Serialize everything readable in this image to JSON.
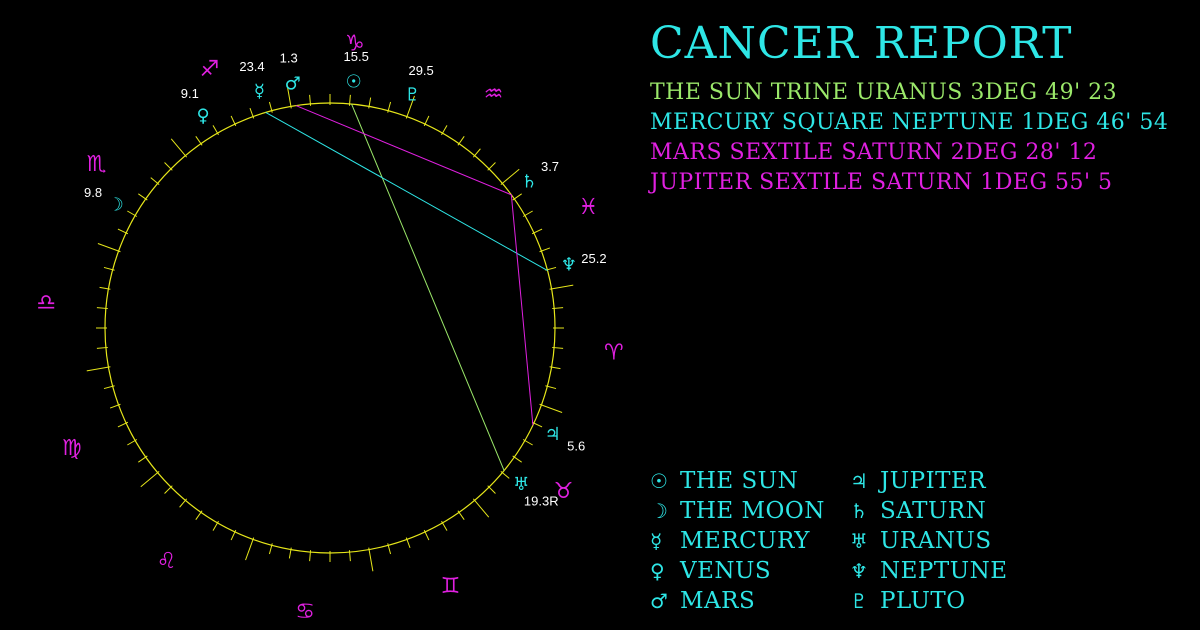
{
  "title": "CANCER REPORT",
  "colors": {
    "cyan": "#2ee6e6",
    "magenta": "#e020e0",
    "green": "#9be86a",
    "yellow": "#e6e61a",
    "label": "#ffffff"
  },
  "aspects": [
    {
      "text": "THE SUN TRINE URANUS 3DEG 49' 23",
      "color": "#9be86a"
    },
    {
      "text": "MERCURY SQUARE NEPTUNE 1DEG 46' 54",
      "color": "#2ee6e6"
    },
    {
      "text": "MARS SEXTILE SATURN 2DEG 28' 12",
      "color": "#e020e0"
    },
    {
      "text": "JUPITER SEXTILE SATURN 1DEG 55' 5",
      "color": "#e020e0"
    }
  ],
  "legend": [
    {
      "glyph": "☉",
      "name": "THE SUN",
      "icon": "sun-icon"
    },
    {
      "glyph": "♃",
      "name": "JUPITER",
      "icon": "jupiter-icon"
    },
    {
      "glyph": "☽",
      "name": "THE MOON",
      "icon": "moon-icon"
    },
    {
      "glyph": "♄",
      "name": "SATURN",
      "icon": "saturn-icon"
    },
    {
      "glyph": "☿",
      "name": "MERCURY",
      "icon": "mercury-icon"
    },
    {
      "glyph": "♅",
      "name": "URANUS",
      "icon": "uranus-icon"
    },
    {
      "glyph": "♀",
      "name": "VENUS",
      "icon": "venus-icon"
    },
    {
      "glyph": "♆",
      "name": "NEPTUNE",
      "icon": "neptune-icon"
    },
    {
      "glyph": "♂",
      "name": "MARS",
      "icon": "mars-icon"
    },
    {
      "glyph": "♇",
      "name": "PLUTO",
      "icon": "pluto-icon"
    }
  ],
  "zodiac": [
    {
      "glyph": "♈",
      "icon": "aries-icon"
    },
    {
      "glyph": "♉",
      "icon": "taurus-icon"
    },
    {
      "glyph": "♊",
      "icon": "gemini-icon"
    },
    {
      "glyph": "♋",
      "icon": "cancer-icon"
    },
    {
      "glyph": "♌",
      "icon": "leo-icon"
    },
    {
      "glyph": "♍",
      "icon": "virgo-icon"
    },
    {
      "glyph": "♎",
      "icon": "libra-icon"
    },
    {
      "glyph": "♏",
      "icon": "scorpio-icon"
    },
    {
      "glyph": "♐",
      "icon": "sagittarius-icon"
    },
    {
      "glyph": "♑",
      "icon": "capricorn-icon"
    },
    {
      "glyph": "♒",
      "icon": "aquarius-icon"
    },
    {
      "glyph": "♓",
      "icon": "pisces-icon"
    }
  ],
  "planets": [
    {
      "key": "sun",
      "glyph": "☉",
      "icon": "sun-icon",
      "sign": 9,
      "degree": 15.5,
      "label": "15.5"
    },
    {
      "key": "moon",
      "glyph": "☽",
      "icon": "moon-icon",
      "sign": 7,
      "degree": 9.8,
      "label": "9.8"
    },
    {
      "key": "mercury",
      "glyph": "☿",
      "icon": "mercury-icon",
      "sign": 8,
      "degree": 23.4,
      "label": "23.4"
    },
    {
      "key": "venus",
      "glyph": "♀",
      "icon": "venus-icon",
      "sign": 8,
      "degree": 9.1,
      "label": "9.1"
    },
    {
      "key": "mars",
      "glyph": "♂",
      "icon": "mars-icon",
      "sign": 9,
      "degree": 1.3,
      "label": "1.3"
    },
    {
      "key": "jupiter",
      "glyph": "♃",
      "icon": "jupiter-icon",
      "sign": 1,
      "degree": 5.6,
      "label": "5.6"
    },
    {
      "key": "saturn",
      "glyph": "♄",
      "icon": "saturn-icon",
      "sign": 11,
      "degree": 3.7,
      "label": "3.7"
    },
    {
      "key": "uranus",
      "glyph": "♅",
      "icon": "uranus-icon",
      "sign": 1,
      "degree": 19.3,
      "label": "19.3R"
    },
    {
      "key": "neptune",
      "glyph": "♆",
      "icon": "neptune-icon",
      "sign": 11,
      "degree": 25.2,
      "label": "25.2"
    },
    {
      "key": "pluto",
      "glyph": "♇",
      "icon": "pluto-icon",
      "sign": 9,
      "degree": 29.5,
      "label": "29.5"
    }
  ],
  "aspect_lines": [
    {
      "from": "sun",
      "to": "uranus",
      "color": "#9be86a"
    },
    {
      "from": "mercury",
      "to": "neptune",
      "color": "#2ee6e6"
    },
    {
      "from": "mars",
      "to": "saturn",
      "color": "#e020e0"
    },
    {
      "from": "jupiter",
      "to": "saturn",
      "color": "#e020e0"
    }
  ]
}
